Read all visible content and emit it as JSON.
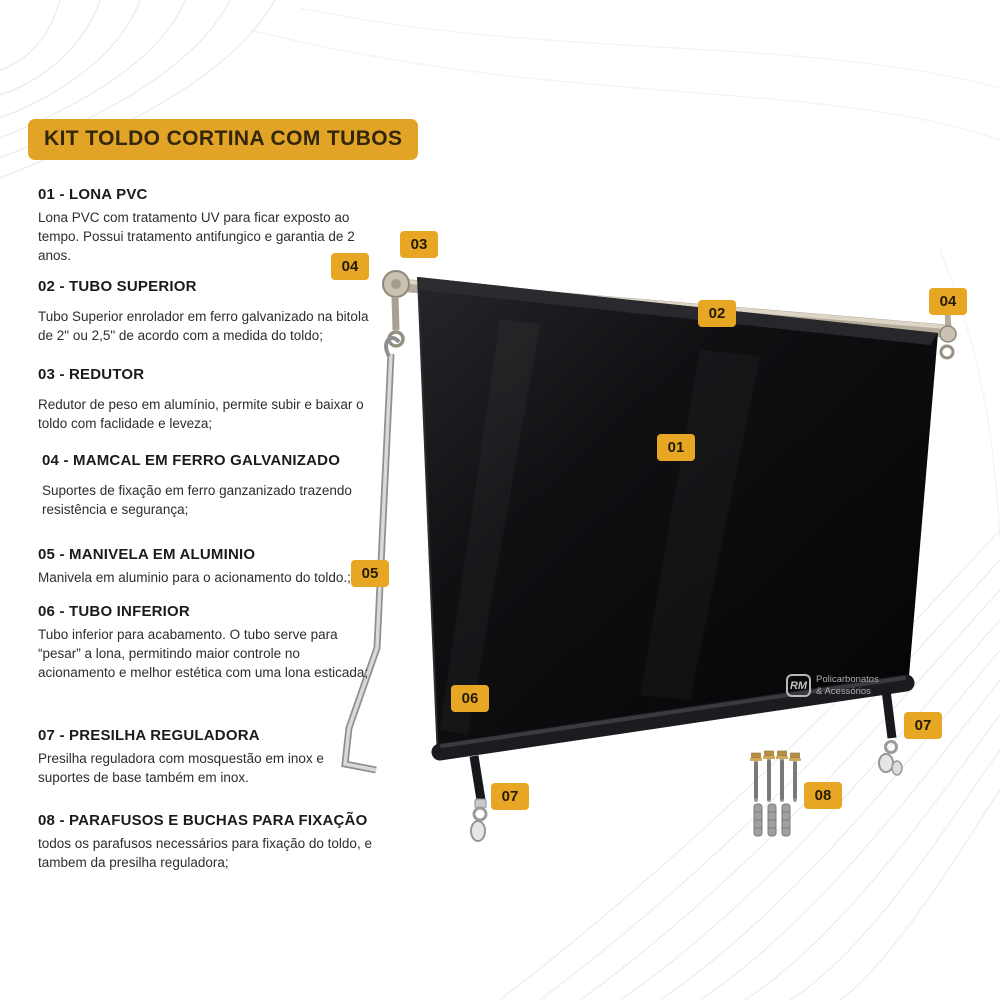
{
  "title": "KIT TOLDO CORTINA COM TUBOS",
  "items": [
    {
      "heading": "01 - LONA PVC",
      "body": "Lona PVC com tratamento UV para ficar exposto ao tempo. Possui tratamento antifungico e garantia de 2 anos."
    },
    {
      "heading": "02 - TUBO SUPERIOR",
      "body": "Tubo Superior enrolador em ferro galvanizado na bitola de 2\" ou 2,5\" de acordo com a medida do toldo;"
    },
    {
      "heading": "03 - REDUTOR",
      "body": "Redutor de peso em alumínio, permite subir e baixar o toldo com faclidade e leveza;"
    },
    {
      "heading": "04 - MAMCAL  EM FERRO GALVANIZADO",
      "body": "Suportes de fixação em ferro ganzanizado trazendo resistência e segurança;"
    },
    {
      "heading": "05 - MANIVELA EM ALUMINIO",
      "body": "Manivela em aluminio para o acionamento do toldo.;"
    },
    {
      "heading": "06 - TUBO INFERIOR",
      "body": "Tubo inferior para acabamento. O tubo serve para “pesar” a lona, permitindo maior controle no acionamento e melhor estética com uma lona esticada;"
    },
    {
      "heading": "07 - PRESILHA REGULADORA",
      "body": "Presilha reguladora com mosquestão em inox e suportes de base também em inox."
    },
    {
      "heading": "08 - PARAFUSOS E BUCHAS PARA FIXAÇÃO",
      "body": "todos os parafusos necessários para fixação do toldo, e tambem da presilha reguladora;"
    }
  ],
  "badges": [
    "03",
    "04",
    "02",
    "04",
    "01",
    "05",
    "06",
    "07",
    "08",
    "07"
  ],
  "watermark": {
    "logo": "RM",
    "line1": "Policarbonatos",
    "line2": "& Acessórios"
  },
  "colors": {
    "badge_bg": "#e7a724",
    "badge_text": "#221b05",
    "title_bg": "#e2a427",
    "title_text": "#33270a",
    "tarp_dark": "#060608"
  }
}
